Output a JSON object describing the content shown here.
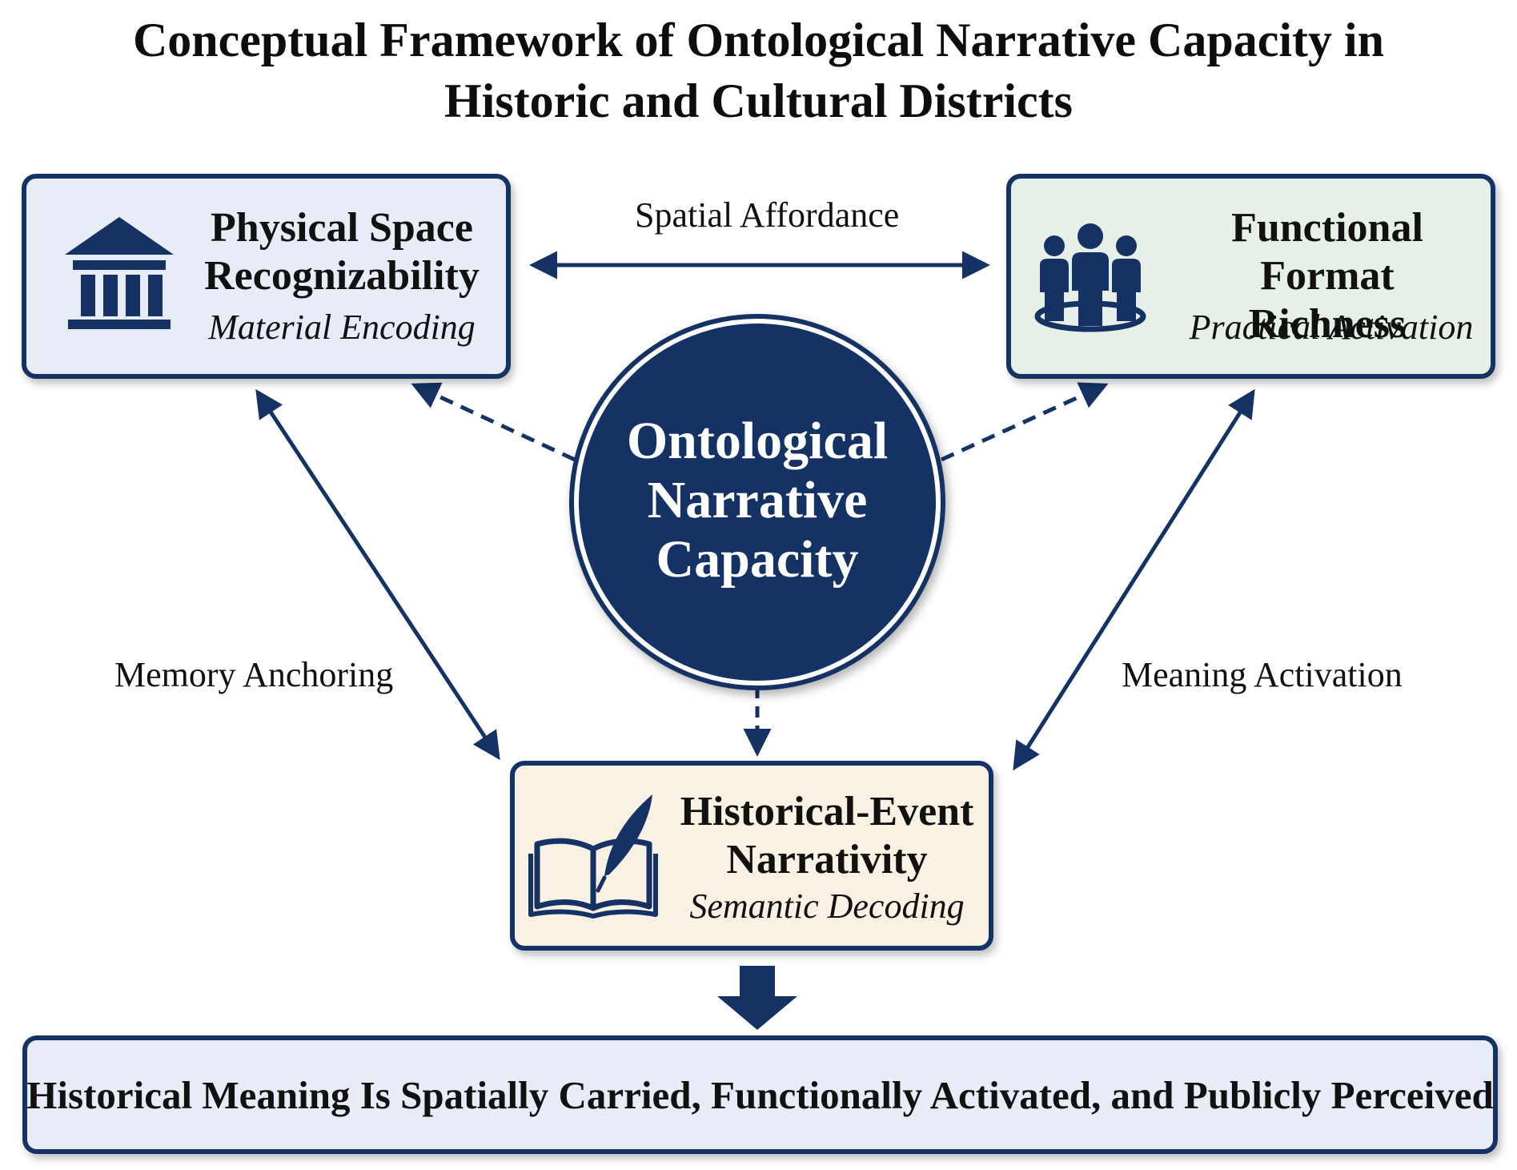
{
  "title": {
    "line1": "Conceptual Framework of Ontological Narrative Capacity in",
    "line2": "Historic and Cultural Districts"
  },
  "center": {
    "lines": [
      "Ontological",
      "Narrative",
      "Capacity"
    ]
  },
  "nodes": {
    "physical": {
      "title_lines": [
        "Physical Space",
        "Recognizability"
      ],
      "subtitle": "Material Encoding",
      "icon": "building-columns-icon"
    },
    "functional": {
      "title_lines": [
        "Functional Format",
        "Richness"
      ],
      "subtitle": "Practical Activation",
      "icon": "people-group-icon"
    },
    "historical": {
      "title_lines": [
        "Historical-Event",
        "Narrativity"
      ],
      "subtitle": "Semantic Decoding",
      "icon": "book-quill-icon"
    }
  },
  "links": {
    "spatial_affordance": "Spatial Affordance",
    "memory_anchoring": "Memory Anchoring",
    "meaning_activation": "Meaning Activation"
  },
  "outcome": {
    "text": "Historical Meaning Is Spatially Carried, Functionally Activated, and Publicly Perceived"
  },
  "colors": {
    "navy": "#143263",
    "physical_fill": "#e8ecf6",
    "functional_fill": "#e7f0e6",
    "historical_fill": "#f9f1e4",
    "outcome_fill": "#e8ecf6"
  }
}
